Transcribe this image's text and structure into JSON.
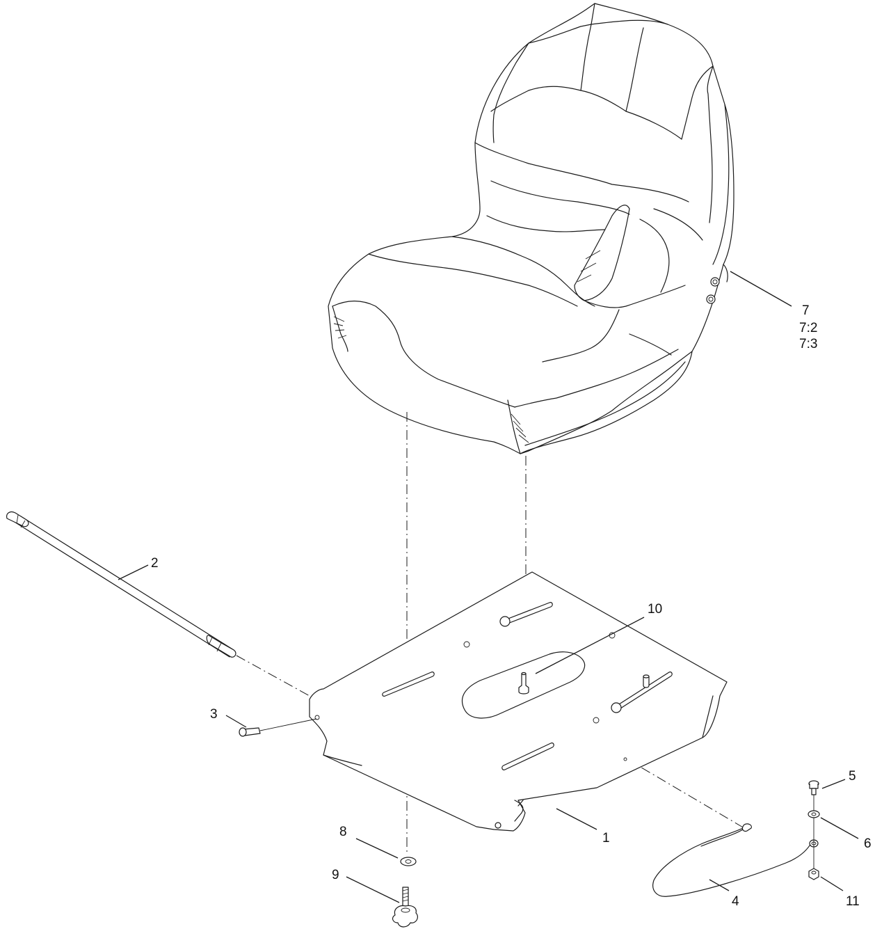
{
  "callouts": [
    {
      "name": "callout-1",
      "text": "1"
    },
    {
      "name": "callout-2",
      "text": "2"
    },
    {
      "name": "callout-3",
      "text": "3"
    },
    {
      "name": "callout-4",
      "text": "4"
    },
    {
      "name": "callout-5",
      "text": "5"
    },
    {
      "name": "callout-6",
      "text": "6"
    },
    {
      "name": "callout-7",
      "text": "7"
    },
    {
      "name": "callout-7-2",
      "text": "7:2"
    },
    {
      "name": "callout-7-3",
      "text": "7:3"
    },
    {
      "name": "callout-8",
      "text": "8"
    },
    {
      "name": "callout-9",
      "text": "9"
    },
    {
      "name": "callout-10",
      "text": "10"
    },
    {
      "name": "callout-11",
      "text": "11"
    }
  ]
}
